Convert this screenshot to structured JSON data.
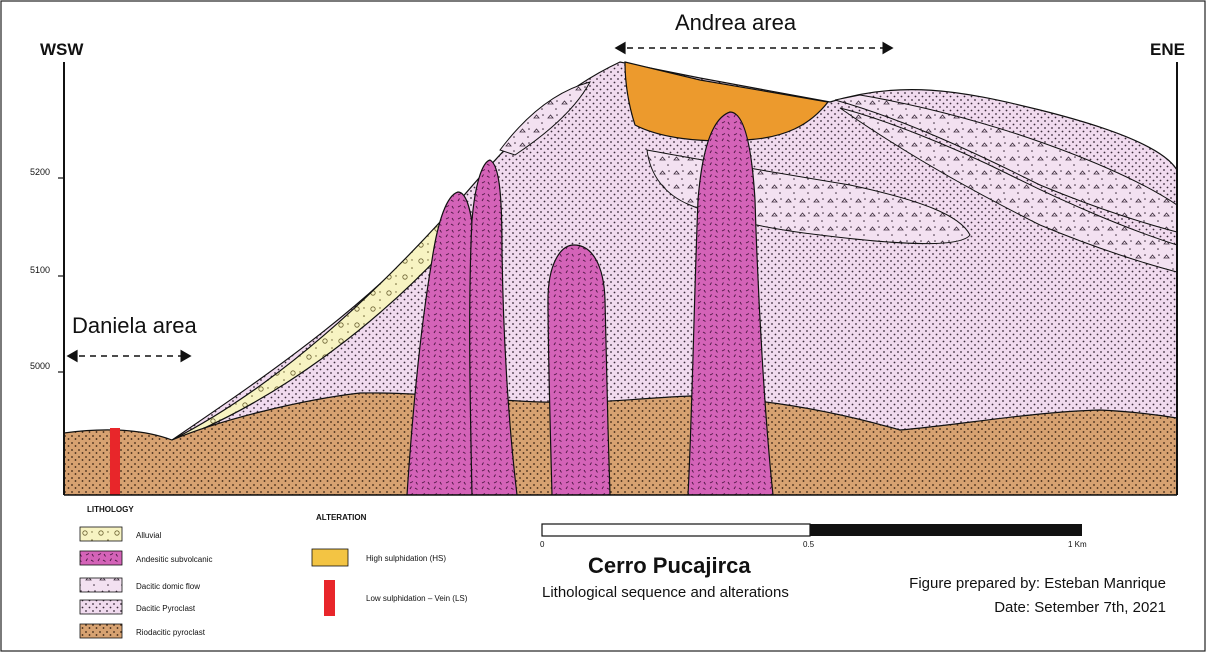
{
  "labels": {
    "wsw": "WSW",
    "ene": "ENE",
    "andrea_area": "Andrea area",
    "daniela_area": "Daniela area"
  },
  "elevation_ticks": [
    "5200",
    "5100",
    "5000"
  ],
  "legend": {
    "lithology_title": "LITHOLOGY",
    "lithology_items": [
      "Alluvial",
      "Andesitic subvolcanic",
      "Dacitic domic flow",
      "Dacitic Pyroclast",
      "Riodacitic pyroclast"
    ],
    "alteration_title": "ALTERATION",
    "alteration_items": [
      "High sulphidation (HS)",
      "Low sulphidation – Vein (LS)"
    ]
  },
  "scale_bar": {
    "labels": [
      "0",
      "0.5",
      "1 Km"
    ]
  },
  "title": {
    "main": "Cerro Pucajirca",
    "subtitle": "Lithological sequence and alterations"
  },
  "credits": {
    "prepared_by": "Figure prepared by: Esteban Manrique",
    "date": "Date: Setember 7th, 2021"
  },
  "colors": {
    "alluvial": "#f7f3c2",
    "andesitic_subvolcanic": "#d463b8",
    "dacitic_domic_flow": "#f3e1f1",
    "dacitic_pyroclast": "#f1dbef",
    "riodacitic_pyroclast": "#d7a271",
    "high_sulphidation": "#ec9a2d",
    "low_sulphidation": "#e8262a"
  }
}
